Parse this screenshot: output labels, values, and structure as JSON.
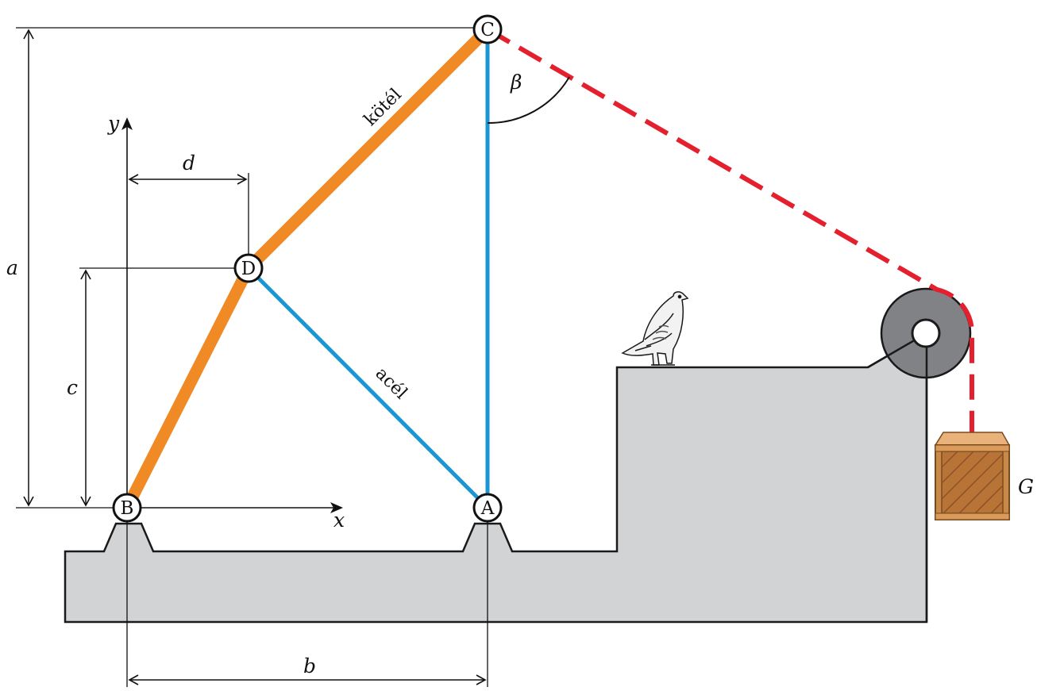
{
  "labels": {
    "a": "a",
    "b": "b",
    "c": "c",
    "d": "d",
    "beta": "β",
    "x_axis": "x",
    "y_axis": "y",
    "weight": "G"
  },
  "nodes": {
    "A": "A",
    "B": "B",
    "C": "C",
    "D": "D"
  },
  "members": {
    "rope": "kötél",
    "steel": "acél"
  },
  "colors": {
    "rope": "#f08a24",
    "steel": "#1a96d4",
    "cable": "#e5202e",
    "ground": "#d2d3d5",
    "pulley": "#808285",
    "crate": "#c88a48"
  }
}
